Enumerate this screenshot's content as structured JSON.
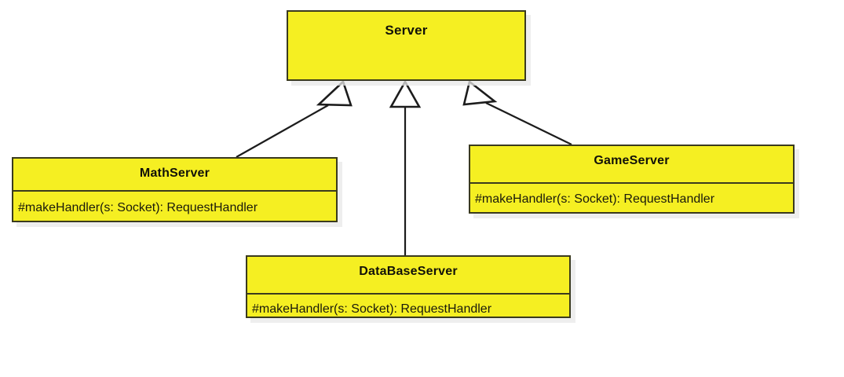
{
  "diagram": {
    "type": "uml-class-diagram",
    "relationship_label": "generalization",
    "colors": {
      "class_fill": "#f5ef22",
      "class_border": "#3a3a1e",
      "edge_line": "#1c1c1c",
      "arrowhead_fill": "#ffffff",
      "background": "#ffffff",
      "shadow": "#e8e8e8"
    },
    "classes": [
      {
        "id": "server",
        "name": "Server",
        "members": []
      },
      {
        "id": "mathserver",
        "name": "MathServer",
        "members": [
          "#makeHandler(s: Socket): RequestHandler"
        ]
      },
      {
        "id": "gameserver",
        "name": "GameServer",
        "members": [
          "#makeHandler(s: Socket): RequestHandler"
        ]
      },
      {
        "id": "databaseserver",
        "name": "DataBaseServer",
        "members": [
          "#makeHandler(s: Socket): RequestHandler"
        ]
      }
    ],
    "edges": [
      {
        "from": "MathServer",
        "to": "Server",
        "kind": "generalization"
      },
      {
        "from": "DataBaseServer",
        "to": "Server",
        "kind": "generalization"
      },
      {
        "from": "GameServer",
        "to": "Server",
        "kind": "generalization"
      }
    ]
  }
}
